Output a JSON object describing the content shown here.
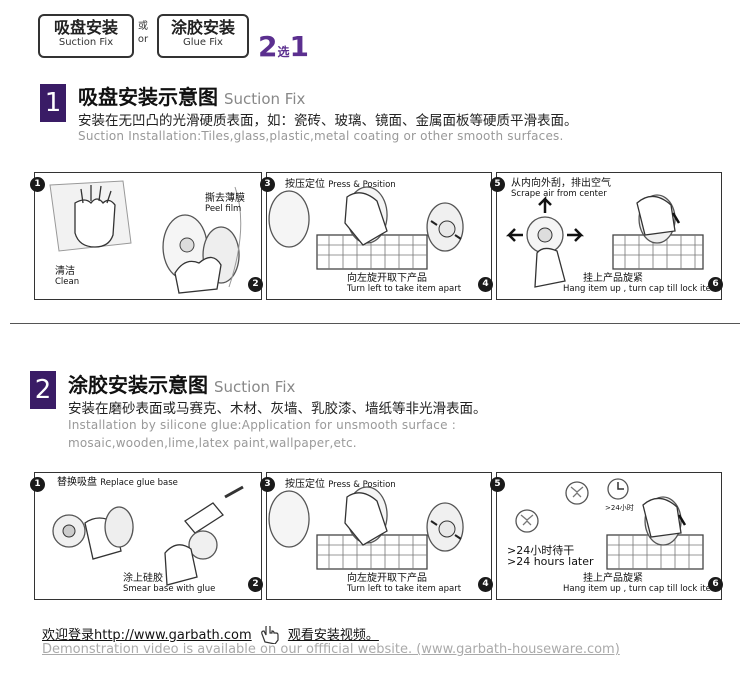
{
  "options": [
    {
      "cn": "吸盘安装",
      "en": "Suction Fix"
    },
    {
      "cn": "涂胶安装",
      "en": "Glue Fix"
    }
  ],
  "or": {
    "cn": "或",
    "en": "or"
  },
  "choice": {
    "big": "2",
    "small": "选",
    "last": "1"
  },
  "section1": {
    "number": "1",
    "title_cn": "吸盘安装示意图",
    "title_en": "Suction Fix",
    "desc_cn": "安装在无凹凸的光滑硬质表面，如：瓷砖、玻璃、镜面、金属面板等硬质平滑表面。",
    "desc_en": "Suction Installation:Tiles,glass,plastic,metal coating or other smooth surfaces.",
    "steps": [
      {
        "n": "1",
        "cn": "清洁",
        "en": "Clean"
      },
      {
        "n": "2",
        "cn": "撕去薄膜",
        "en": "Peel film"
      },
      {
        "n": "3",
        "cn": "按压定位",
        "en": "Press & Position"
      },
      {
        "n": "4",
        "cn": "向左旋开取下产品",
        "en": "Turn left to take item apart"
      },
      {
        "n": "5",
        "cn": "从内向外刮，排出空气",
        "en": "Scrape air from center"
      },
      {
        "n": "6",
        "cn": "挂上产品旋紧",
        "en": "Hang item up , turn cap till lock item"
      }
    ]
  },
  "section2": {
    "number": "2",
    "title_cn": "涂胶安装示意图",
    "title_en": "Suction Fix",
    "desc_cn": "安装在磨砂表面或马赛克、木材、灰墙、乳胶漆、墙纸等非光滑表面。",
    "desc_en_1": "Installation by silicone glue:Application for unsmooth surface :",
    "desc_en_2": "mosaic,wooden,lime,latex paint,wallpaper,etc.",
    "steps": [
      {
        "n": "1",
        "cn": "替换吸盘",
        "en": "Replace glue base"
      },
      {
        "n": "2",
        "cn": "涂上硅胶",
        "en": "Smear base with glue"
      },
      {
        "n": "3",
        "cn": "按压定位",
        "en": "Press & Position"
      },
      {
        "n": "4",
        "cn": "向左旋开取下产品",
        "en": "Turn left to take item apart"
      },
      {
        "n": "5",
        "cn": ">24小时待干",
        "en": ">24 hours later",
        "clock": ">24小时"
      },
      {
        "n": "6",
        "cn": "挂上产品旋紧",
        "en": "Hang item up , turn cap till lock item"
      }
    ]
  },
  "footer": {
    "cn_prefix": "欢迎登录http://www.garbath.com",
    "cn_suffix": "观看安装视频。",
    "en": "Demonstration video is available on our offficial website.  (www.garbath-houseware.com)"
  }
}
